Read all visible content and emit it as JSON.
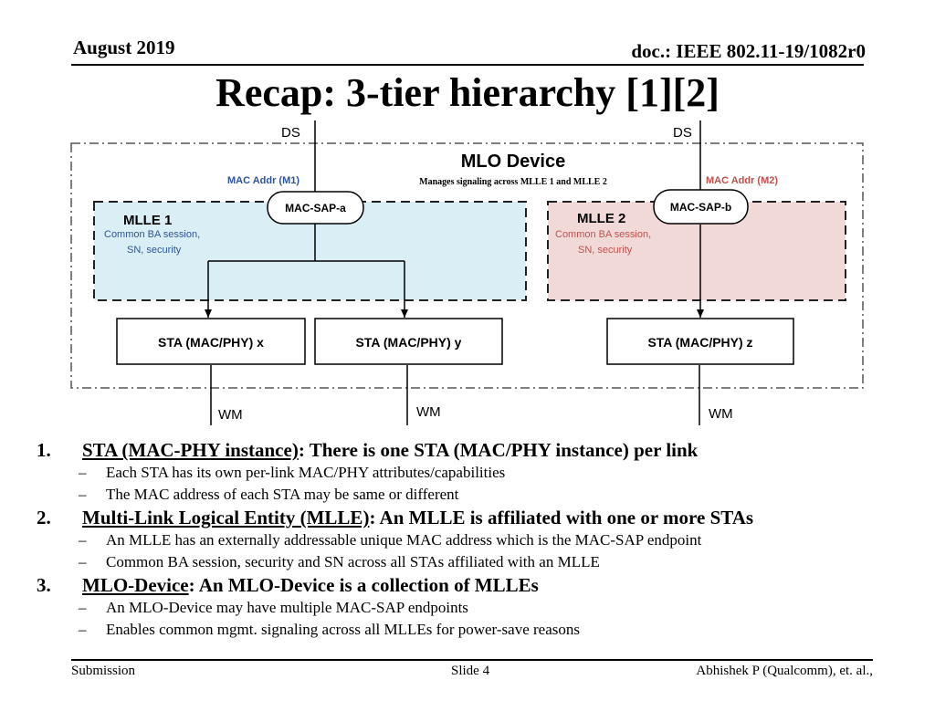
{
  "header": {
    "date": "August 2019",
    "doc_id": "doc.: IEEE 802.11-19/1082r0"
  },
  "title": "Recap: 3-tier hierarchy [1][2]",
  "diagram": {
    "ds_left": "DS",
    "ds_right": "DS",
    "device_title": "MLO Device",
    "device_subtitle": "Manages signaling across MLLE 1 and MLLE 2",
    "mac_addr_1": "MAC Addr (M1)",
    "mac_addr_2": "MAC Addr (M2)",
    "sap_a": "MAC-SAP-a",
    "sap_b": "MAC-SAP-b",
    "mlle1": {
      "title": "MLLE 1",
      "line1": "Common BA session,",
      "line2": "SN, security"
    },
    "mlle2": {
      "title": "MLLE 2",
      "line1": "Common BA session,",
      "line2": "SN, security"
    },
    "sta_x": "STA (MAC/PHY) x",
    "sta_y": "STA (MAC/PHY) y",
    "sta_z": "STA (MAC/PHY) z",
    "wm_1": "WM",
    "wm_2": "WM",
    "wm_3": "WM",
    "colors": {
      "mlle1_fill": "#daeef6",
      "mlle2_fill": "#f1d9d8",
      "blue_text": "#2e5597",
      "red_text": "#c0504d"
    }
  },
  "bullets": [
    {
      "number": "1.",
      "term": "STA (MAC-PHY instance)",
      "rest": ": There is one STA (MAC/PHY instance) per link",
      "subs": [
        "Each STA has its own per-link MAC/PHY attributes/capabilities",
        "The MAC address of each STA may be same or different"
      ]
    },
    {
      "number": "2.",
      "term": "Multi-Link Logical Entity (MLLE)",
      "rest": ": An MLLE is affiliated with one or more STAs",
      "subs": [
        "An MLLE has an externally addressable unique MAC address which is the MAC-SAP endpoint",
        "Common BA session, security and SN across all STAs affiliated with an MLLE"
      ]
    },
    {
      "number": "3.",
      "term": "MLO-Device",
      "rest": ": An MLO-Device is a collection of MLLEs",
      "subs": [
        "An MLO-Device may have multiple MAC-SAP endpoints",
        "Enables common mgmt. signaling across all MLLEs for power-save reasons"
      ]
    }
  ],
  "footer": {
    "left": "Submission",
    "center": "Slide 4",
    "right": "Abhishek P (Qualcomm), et. al.,"
  }
}
